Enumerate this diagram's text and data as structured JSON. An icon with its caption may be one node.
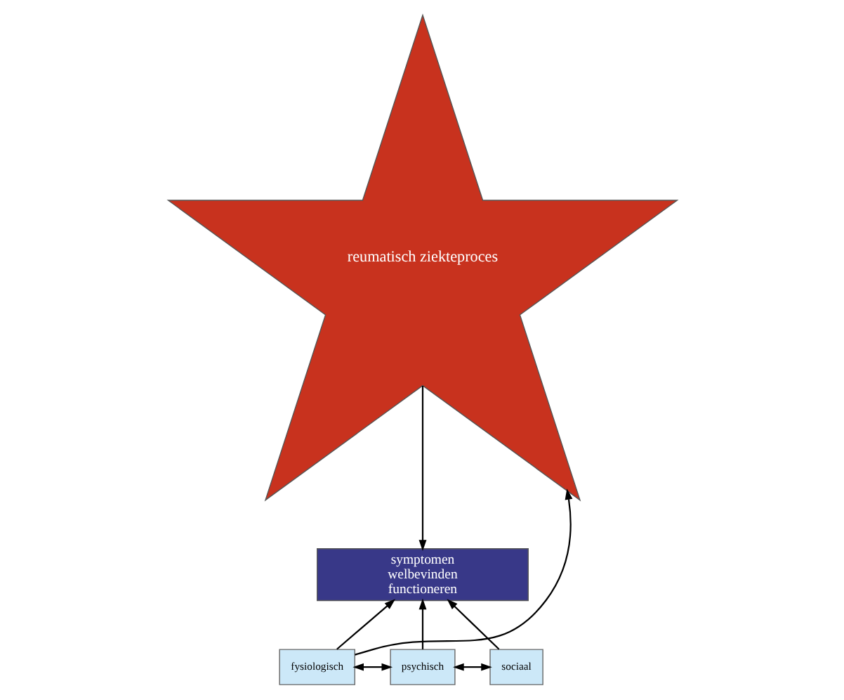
{
  "diagram": {
    "nodes": [
      {
        "text": [
          "reumatisch ziekteproces"
        ]
      },
      {
        "text": [
          "symptomen",
          "welbevinden",
          "functioneren"
        ]
      },
      {
        "text": [
          "fysiologisch"
        ]
      },
      {
        "text": [
          "psychisch"
        ]
      },
      {
        "text": [
          "sociaal"
        ]
      }
    ],
    "edges": [
      {
        "from": 0,
        "to": 1,
        "arrow": "to"
      },
      {
        "from": 2,
        "to": 1,
        "arrow": "to"
      },
      {
        "from": 3,
        "to": 1,
        "arrow": "to"
      },
      {
        "from": 4,
        "to": 1,
        "arrow": "to"
      },
      {
        "from": 2,
        "to": 3,
        "arrow": "both"
      },
      {
        "from": 3,
        "to": 4,
        "arrow": "both"
      },
      {
        "from": 2,
        "to": 0,
        "arrow": "to"
      }
    ]
  }
}
